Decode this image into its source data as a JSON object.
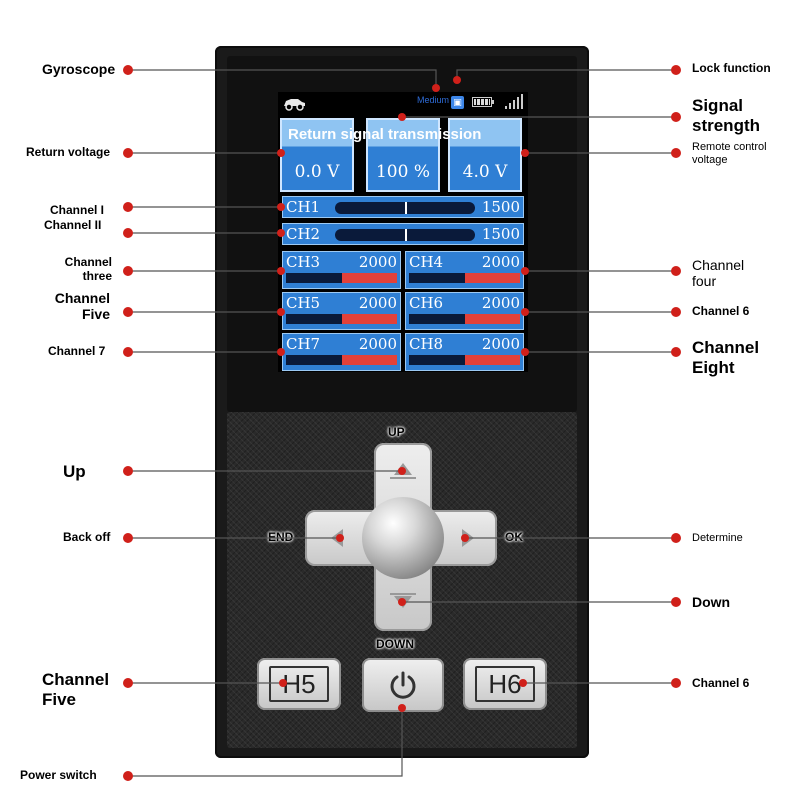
{
  "screen": {
    "overlay_title": "Return signal transmission",
    "medium_label": "Medium",
    "voltages": [
      "0.0 V",
      "100 %",
      "4.0 V"
    ],
    "ch1": {
      "name": "CH1",
      "value": "1500"
    },
    "ch2": {
      "name": "CH2",
      "value": "1500"
    },
    "pairs": [
      {
        "left": {
          "name": "CH3",
          "value": "2000"
        },
        "right": {
          "name": "CH4",
          "value": "2000"
        }
      },
      {
        "left": {
          "name": "CH5",
          "value": "2000"
        },
        "right": {
          "name": "CH6",
          "value": "2000"
        }
      },
      {
        "left": {
          "name": "CH7",
          "value": "2000"
        },
        "right": {
          "name": "CH8",
          "value": "2000"
        }
      }
    ],
    "icons": [
      "car-icon",
      "lock-icon",
      "battery-icon",
      "signal-icon"
    ],
    "colors": {
      "screen_blue": "#2f7fd4",
      "bar_red": "#e2413a",
      "dot_red": "#d0201a"
    }
  },
  "keys": {
    "up": "UP",
    "down": "DOWN",
    "end": "END",
    "ok": "OK",
    "h5": "H5",
    "h6": "H6"
  },
  "callouts": {
    "left": {
      "gyroscope": "Gyroscope",
      "return_voltage": "Return voltage",
      "channel_1": "Channel I",
      "channel_2": "Channel II",
      "channel_3": "Channel three",
      "channel_5": "Channel Five",
      "channel_7": "Channel 7",
      "up": "Up",
      "back_off": "Back off",
      "channel_five_btn": "Channel Five",
      "power_switch": "Power switch"
    },
    "right": {
      "lock_function": "Lock function",
      "signal_strength": "Signal strength",
      "remote_voltage": "Remote control voltage",
      "channel_4": "Channel four",
      "channel_6": "Channel 6",
      "channel_8": "Channel Eight",
      "determine": "Determine",
      "down": "Down",
      "channel_6_btn": "Channel 6"
    }
  }
}
